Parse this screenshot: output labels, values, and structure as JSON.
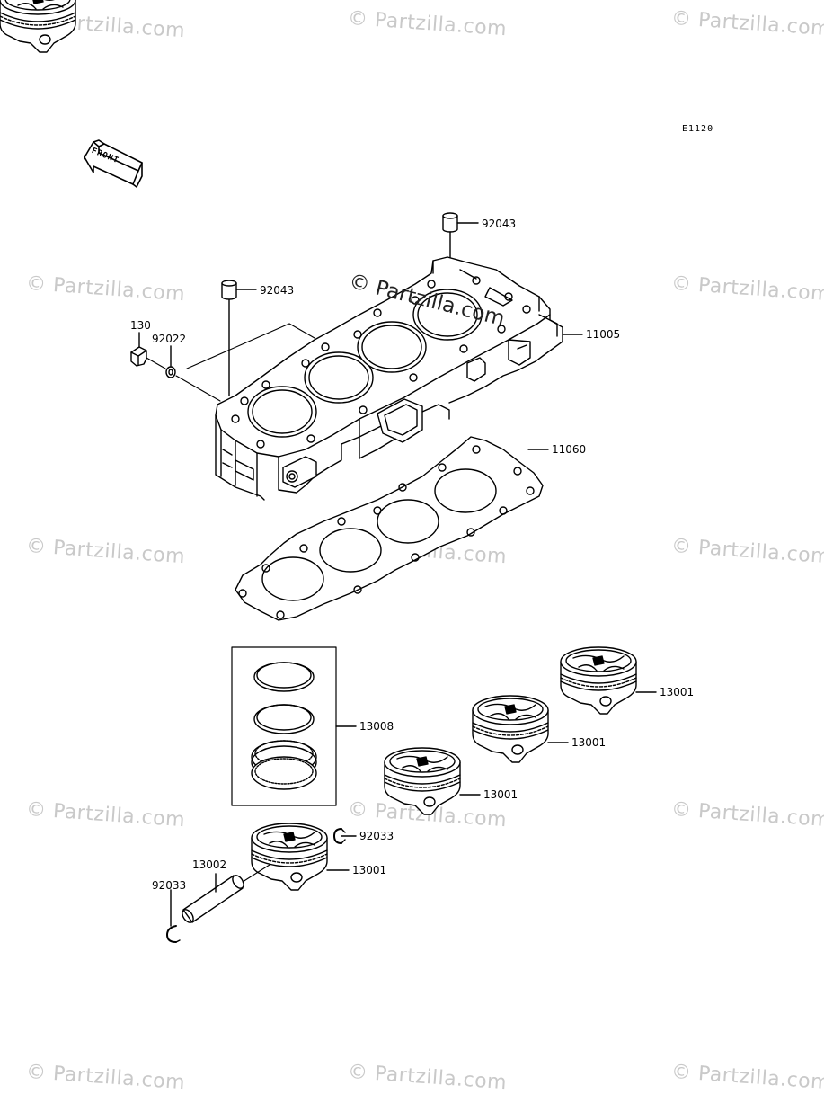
{
  "diagram": {
    "code": "E1120",
    "front_label": "FRONT",
    "center_watermark": "© Partzilla.com",
    "watermark": "© Partzilla.com"
  },
  "callouts": {
    "dowel_right": "92043",
    "dowel_left": "92043",
    "bolt": "130",
    "washer": "92022",
    "cylinder": "11005",
    "gasket": "11060",
    "ring_set": "13008",
    "piston_4": "13001",
    "piston_3": "13001",
    "piston_2": "13001",
    "piston_1": "13001",
    "clip_right": "92033",
    "pin": "13002",
    "clip_left": "92033"
  }
}
